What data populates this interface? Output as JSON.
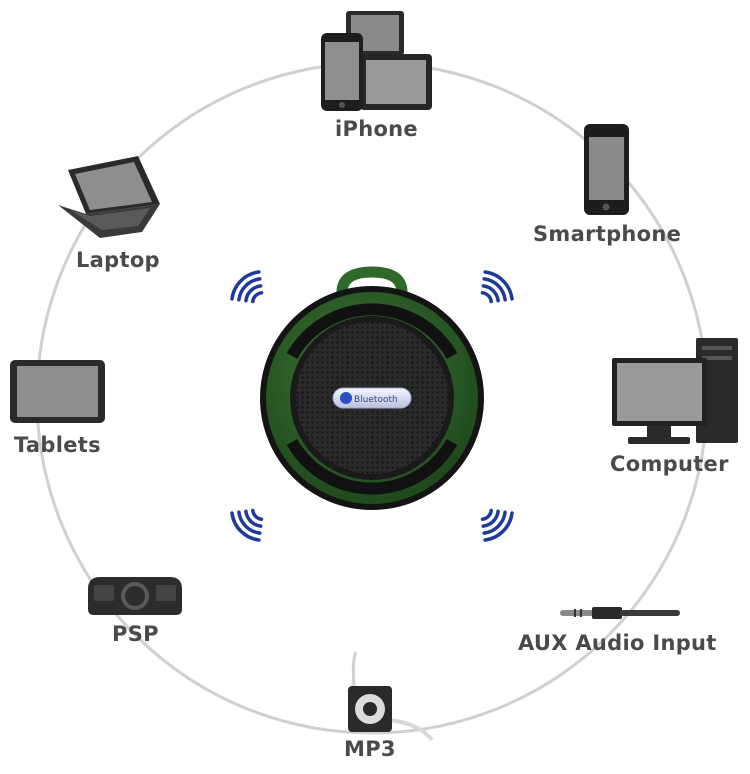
{
  "devices": {
    "iphone": {
      "label": "iPhone",
      "icon": "tablet-phone-icon"
    },
    "smartphone": {
      "label": "Smartphone",
      "icon": "smartphone-icon"
    },
    "laptop": {
      "label": "Laptop",
      "icon": "laptop-icon"
    },
    "computer": {
      "label": "Computer",
      "icon": "desktop-computer-icon"
    },
    "tablets": {
      "label": "Tablets",
      "icon": "tablet-icon"
    },
    "psp": {
      "label": "PSP",
      "icon": "psp-icon"
    },
    "aux": {
      "label": "AUX Audio Input",
      "icon": "audio-jack-icon"
    },
    "mp3": {
      "label": "MP3",
      "icon": "mp3-player-icon"
    }
  },
  "speaker": {
    "badge": "Bluetooth",
    "body_color": "#2f5b2a",
    "grille_color": "#222222"
  },
  "colors": {
    "ring": "#d0d0d0",
    "signal": "#1e3a9a",
    "label": "#4a4a4a"
  }
}
